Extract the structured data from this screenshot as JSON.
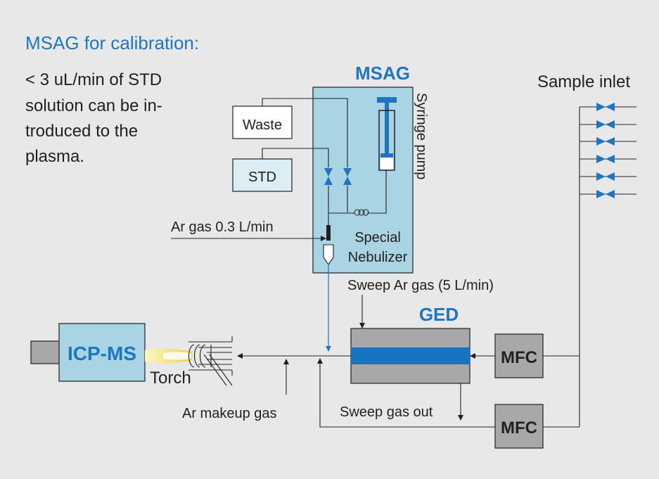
{
  "title": "MSAG for calibration:",
  "note": [
    "< 3 uL/min of STD",
    "solution can be in-",
    "troduced to the",
    "plasma."
  ],
  "msag": {
    "label": "MSAG",
    "syringe_label": "Syringe pump",
    "nebulizer_line1": "Special",
    "nebulizer_line2": "Nebulizer"
  },
  "waste_label": "Waste",
  "std_label": "STD",
  "ar_gas_label": "Ar gas 0.3 L/min",
  "sample_inlet_label": "Sample inlet",
  "sweep_in_label": "Sweep Ar gas (5 L/min)",
  "ged_label": "GED",
  "mfc_label": "MFC",
  "icpms_label": "ICP-MS",
  "torch_label": "Torch",
  "makeup_label": "Ar makeup gas",
  "sweep_out_label": "Sweep gas out",
  "colors": {
    "accent": "#1f75bf",
    "msag_fill": "#a9d4e3",
    "background": "#e8e8e9",
    "box_gray": "#a8a8ab",
    "std_fill": "#dbeef5"
  }
}
